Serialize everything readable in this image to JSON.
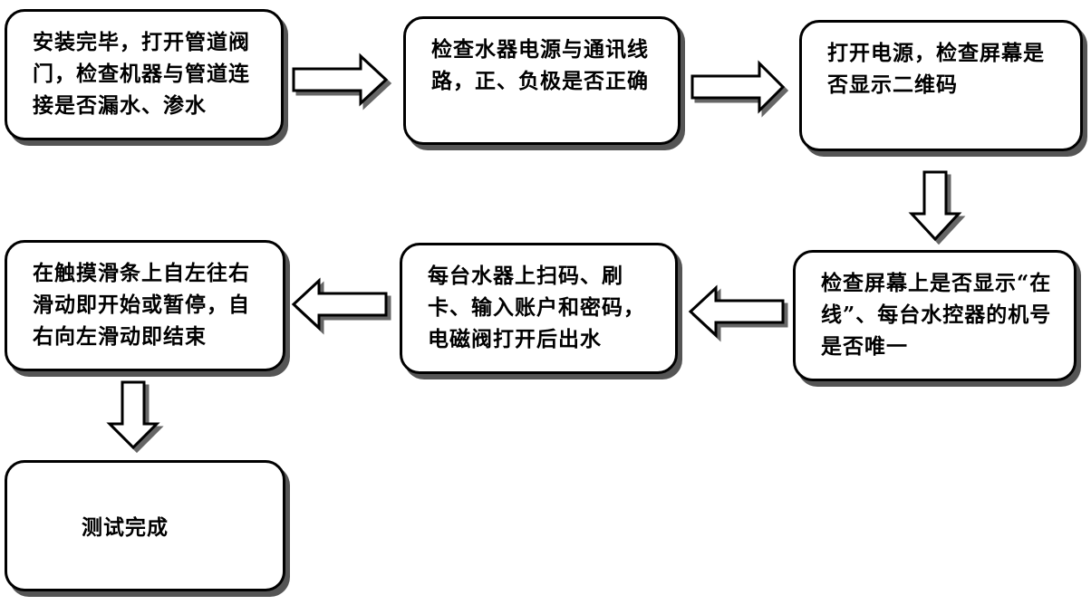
{
  "steps": [
    {
      "id": 1,
      "text": "安装完毕，打开管道阀门，检查机器与管道连接是否漏水、渗水"
    },
    {
      "id": 2,
      "text": "检查水器电源与通讯线路，正、负极是否正确"
    },
    {
      "id": 3,
      "text": "打开电源，检查屏幕是否显示二维码"
    },
    {
      "id": 4,
      "text": "检查屏幕上是否显示“在线”、每台水控器的机号是否唯一"
    },
    {
      "id": 5,
      "text": "每台水器上扫码、刷卡、输入账户和密码，电磁阀打开后出水"
    },
    {
      "id": 6,
      "text": "在触摸滑条上自左往右滑动即开始或暂停，自右向左滑动即结束"
    },
    {
      "id": 7,
      "text": "测试完成"
    }
  ],
  "arrows": [
    {
      "from": 1,
      "to": 2,
      "direction": "right"
    },
    {
      "from": 2,
      "to": 3,
      "direction": "right"
    },
    {
      "from": 3,
      "to": 4,
      "direction": "down"
    },
    {
      "from": 4,
      "to": 5,
      "direction": "left"
    },
    {
      "from": 5,
      "to": 6,
      "direction": "left"
    },
    {
      "from": 6,
      "to": 7,
      "direction": "down"
    }
  ]
}
